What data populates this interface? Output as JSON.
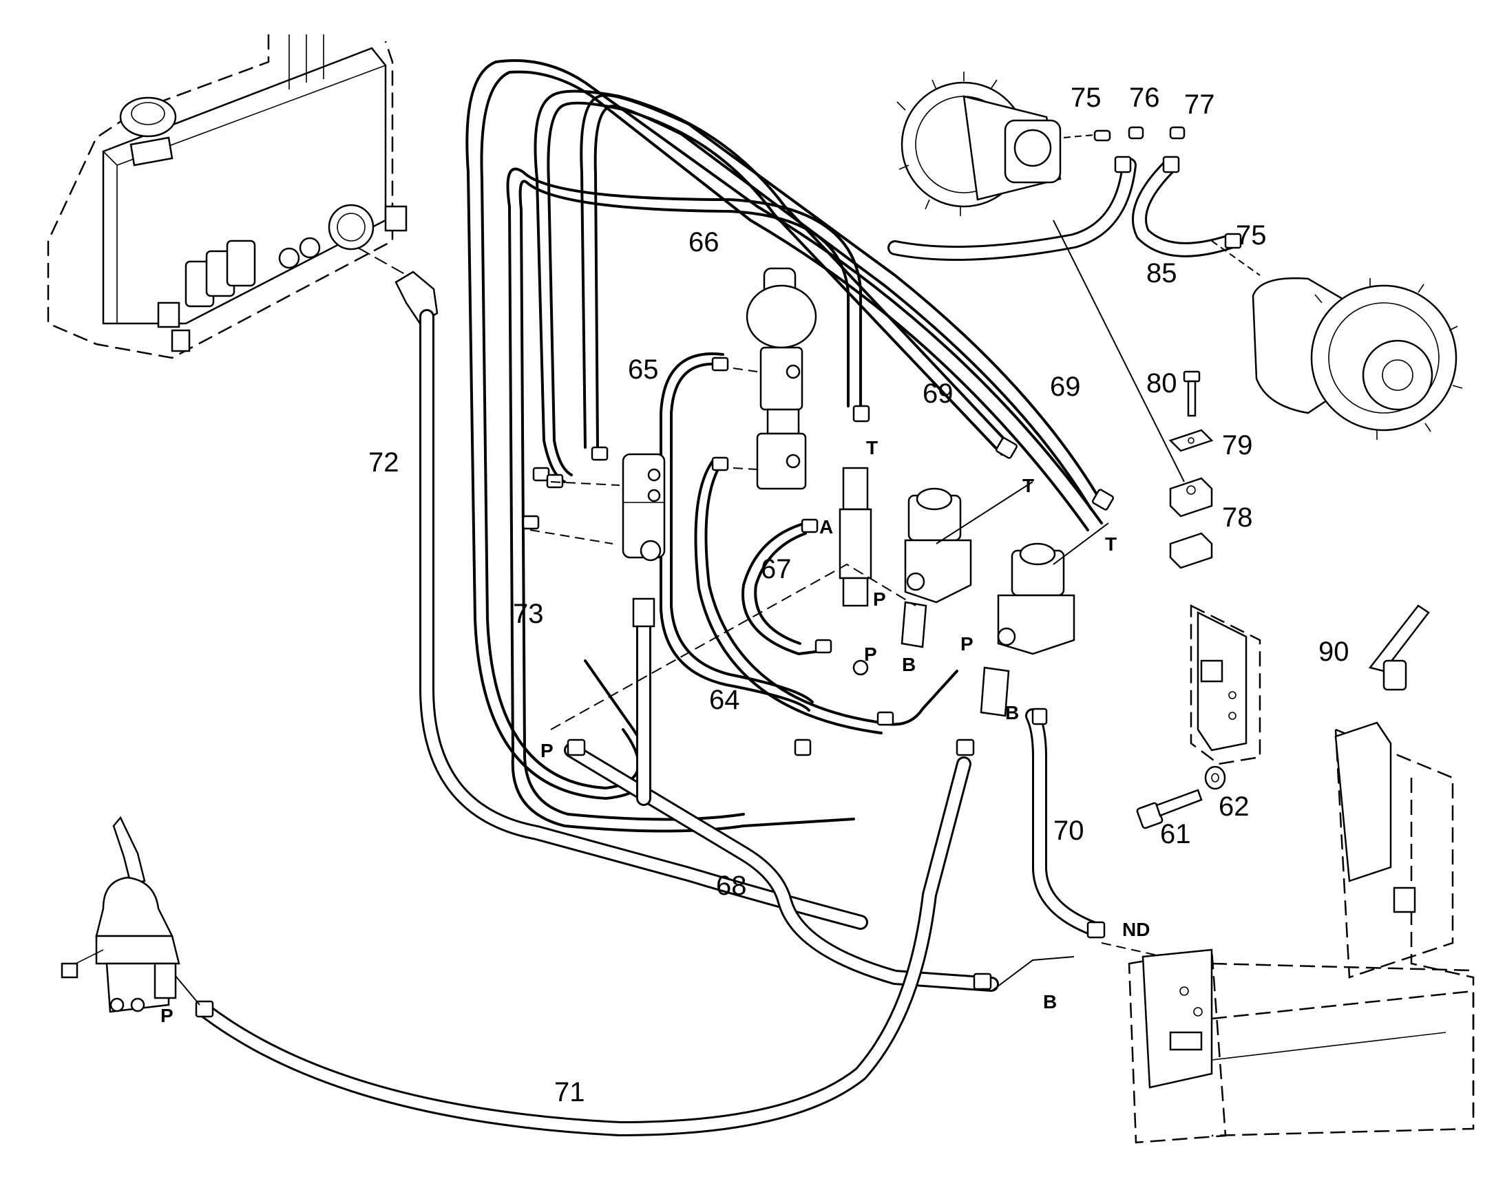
{
  "callouts": [
    {
      "id": "c61",
      "text": "61"
    },
    {
      "id": "c62",
      "text": "62"
    },
    {
      "id": "c64",
      "text": "64"
    },
    {
      "id": "c65",
      "text": "65"
    },
    {
      "id": "c66",
      "text": "66"
    },
    {
      "id": "c67",
      "text": "67"
    },
    {
      "id": "c68",
      "text": "68"
    },
    {
      "id": "c69a",
      "text": "69"
    },
    {
      "id": "c69b",
      "text": "69"
    },
    {
      "id": "c70",
      "text": "70"
    },
    {
      "id": "c71",
      "text": "71"
    },
    {
      "id": "c72",
      "text": "72"
    },
    {
      "id": "c73",
      "text": "73"
    },
    {
      "id": "c75a",
      "text": "75"
    },
    {
      "id": "c75b",
      "text": "75"
    },
    {
      "id": "c76",
      "text": "76"
    },
    {
      "id": "c77",
      "text": "77"
    },
    {
      "id": "c78",
      "text": "78"
    },
    {
      "id": "c79",
      "text": "79"
    },
    {
      "id": "c80",
      "text": "80"
    },
    {
      "id": "c85",
      "text": "85"
    },
    {
      "id": "c90",
      "text": "90"
    }
  ],
  "ports": [
    {
      "id": "pT1",
      "text": "T"
    },
    {
      "id": "pT2",
      "text": "T"
    },
    {
      "id": "pT3",
      "text": "T"
    },
    {
      "id": "pA",
      "text": "A"
    },
    {
      "id": "pP1",
      "text": "P"
    },
    {
      "id": "pP2",
      "text": "P"
    },
    {
      "id": "pP3",
      "text": "P"
    },
    {
      "id": "pP4",
      "text": "P"
    },
    {
      "id": "pP5",
      "text": "P"
    },
    {
      "id": "pB1",
      "text": "B"
    },
    {
      "id": "pB2",
      "text": "B"
    },
    {
      "id": "pB3",
      "text": "B"
    },
    {
      "id": "pND",
      "text": "ND"
    }
  ]
}
